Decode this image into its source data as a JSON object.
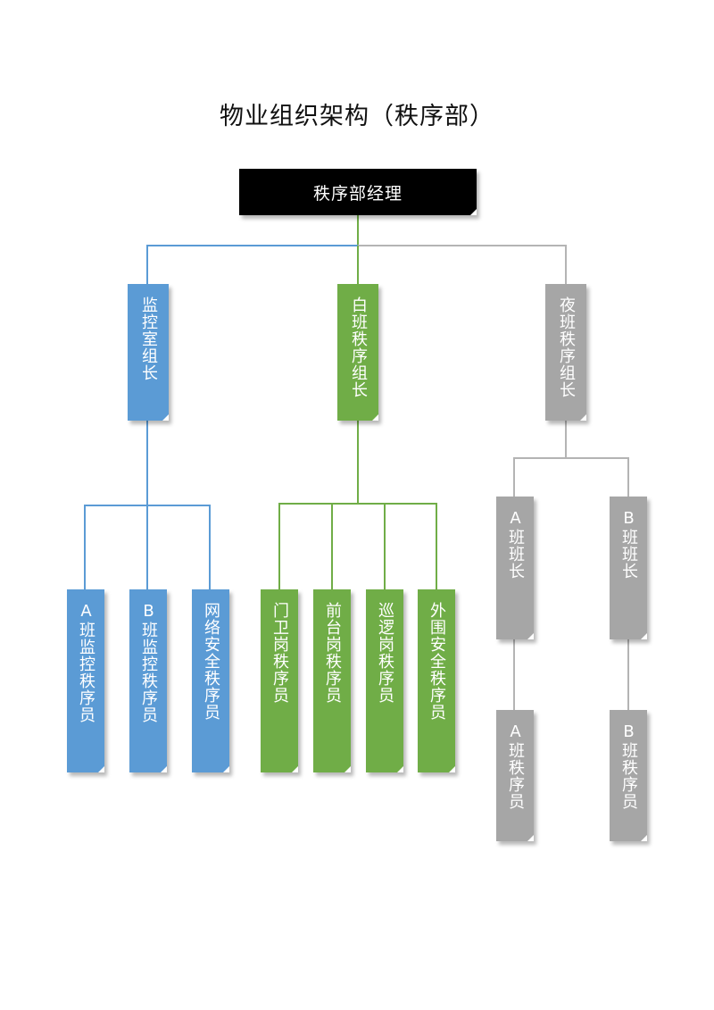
{
  "title": "物业组织架构（秩序部）",
  "colors": {
    "root": "#000000",
    "blue": "#5b9bd5",
    "green": "#70ad47",
    "gray": "#a6a6a6",
    "line_blue": "#5b9bd5",
    "line_green": "#70ad47",
    "line_gray": "#b4b4b4"
  },
  "root": {
    "label": "秩序部经理"
  },
  "branches": {
    "monitor": {
      "label": "监控室组长",
      "members": [
        "A班监控秩序员",
        "B班监控秩序员",
        "网络安全秩序员"
      ]
    },
    "day": {
      "label": "白班秩序组长",
      "members": [
        "门卫岗秩序员",
        "前台岗秩序员",
        "巡逻岗秩序员",
        "外围安全秩序员"
      ]
    },
    "night": {
      "label": "夜班秩序组长",
      "leads": [
        "A班班长",
        "B班班长"
      ],
      "members": [
        "A班秩序员",
        "B班秩序员"
      ]
    }
  }
}
